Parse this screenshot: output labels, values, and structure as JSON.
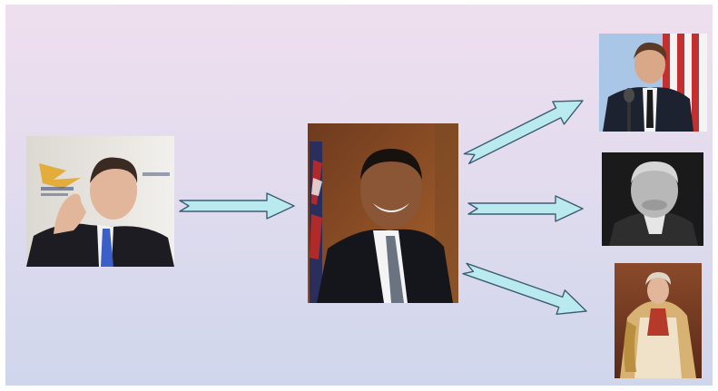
{
  "slide": {
    "background_top": "#efdfee",
    "background_bottom": "#cfd6ec",
    "arrow_fill": "#b9eaf0",
    "arrow_stroke": "#3f5c73"
  },
  "nodes": [
    {
      "id": "source",
      "subject": "man-in-suit-speaking-icon"
    },
    {
      "id": "center",
      "subject": "smiling-man-with-flag-icon"
    },
    {
      "id": "target-1",
      "subject": "man-at-microphone-with-flag-icon"
    },
    {
      "id": "target-2",
      "subject": "black-and-white-portrait-icon"
    },
    {
      "id": "target-3",
      "subject": "royal-portrait-painting-icon"
    }
  ],
  "edges": [
    {
      "from": "source",
      "to": "center"
    },
    {
      "from": "center",
      "to": "target-1"
    },
    {
      "from": "center",
      "to": "target-2"
    },
    {
      "from": "center",
      "to": "target-3"
    }
  ]
}
